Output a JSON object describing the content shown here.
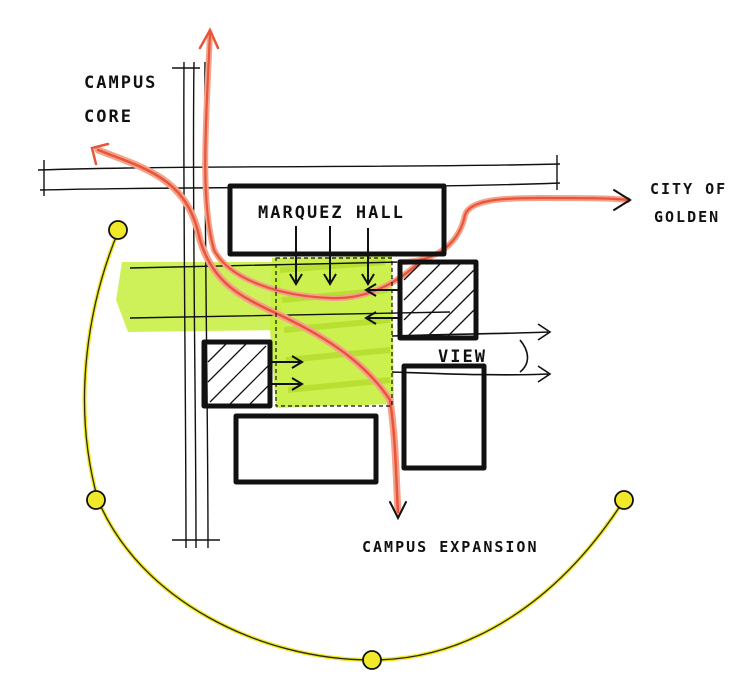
{
  "labels": {
    "campus_core_line1": "CAMPUS",
    "campus_core_line2": "CORE",
    "city_line1": "CITY OF",
    "city_line2": "GOLDEN",
    "building": "MARQUEZ HALL",
    "view": "VIEW",
    "expansion": "CAMPUS EXPANSION"
  },
  "colors": {
    "ink": "#111111",
    "path_red": "#e8553a",
    "path_red_light": "#f4a28a",
    "green_space": "#c6ef3c",
    "green_dark": "#a8d620",
    "sun_yellow": "#f2e82a",
    "sun_path": "#2b2b10"
  }
}
